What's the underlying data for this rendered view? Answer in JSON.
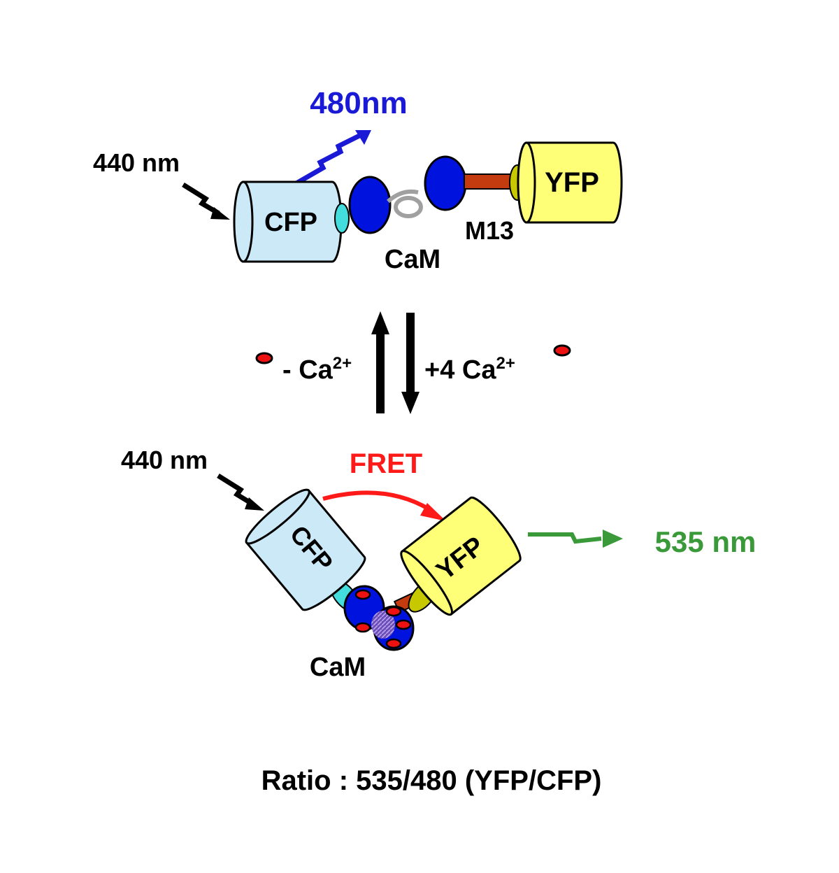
{
  "top": {
    "excitation": "440 nm",
    "emission": "480nm",
    "cfp": "CFP",
    "yfp": "YFP",
    "cam": "CaM",
    "m13": "M13"
  },
  "equilibrium": {
    "minus_prefix": "- Ca",
    "plus_prefix": "+4 Ca",
    "charge": "2+"
  },
  "bottom": {
    "excitation": "440 nm",
    "fret": "FRET",
    "cfp": "CFP",
    "yfp": "YFP",
    "cam": "CaM",
    "emission": "535 nm"
  },
  "ratio": "Ratio : 535/480 (YFP/CFP)",
  "colors": {
    "cfp_fill": "#cce9f8",
    "yfp_fill": "#ffff77",
    "cam_blue": "#0012dd",
    "linker_red": "#c53b10",
    "ca_red": "#ee1111",
    "emission_blue": "#1a1ad6",
    "emission_green": "#3a9a3a",
    "fret_red": "#ff1a1a",
    "cyan_cap": "#44dddd",
    "olive_cap": "#c8c800",
    "grey_loop": "#a0a0a0"
  }
}
